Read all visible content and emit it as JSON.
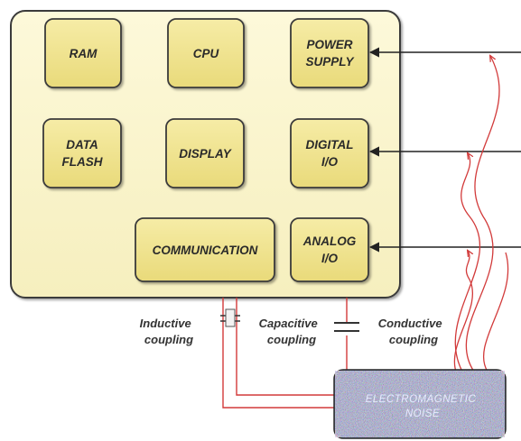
{
  "modules": {
    "ram": [
      "RAM"
    ],
    "cpu": [
      "CPU"
    ],
    "power_supply": [
      "POWER",
      "SUPPLY"
    ],
    "data_flash": [
      "DATA",
      "FLASH"
    ],
    "display": [
      "DISPLAY"
    ],
    "digital_io": [
      "DIGITAL",
      "I/O"
    ],
    "communication": [
      "COMMUNICATION"
    ],
    "analog_io": [
      "ANALOG",
      "I/O"
    ]
  },
  "coupling": {
    "inductive": [
      "Inductive",
      "coupling"
    ],
    "capacitive": [
      "Capacitive",
      "coupling"
    ],
    "conductive": [
      "Conductive",
      "coupling"
    ]
  },
  "noise": [
    "ELECTROMAGNETIC",
    "NOISE"
  ],
  "colors": {
    "board_fill": "#fbf6cf",
    "module_fill": "#f1e48e",
    "outline": "#3a3a3a",
    "wire_red": "#d23a3a",
    "arrow_black": "#222222"
  }
}
